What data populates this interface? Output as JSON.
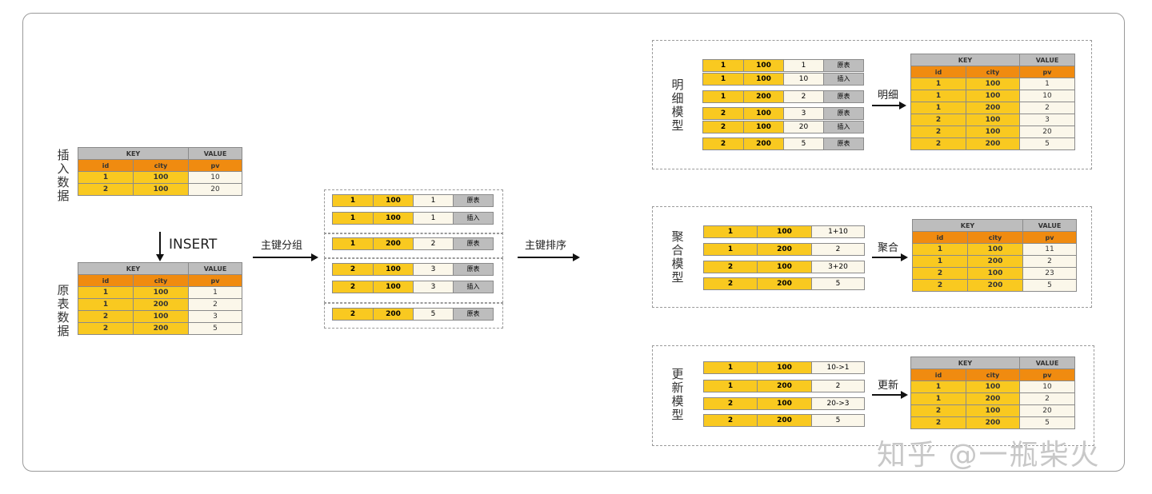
{
  "labels": {
    "insert_data": "插入数据",
    "original_data": "原表数据",
    "insert_arrow": "INSERT",
    "group_by_key": "主键分组",
    "sort_by_key": "主键排序",
    "dup_model": "明细模型",
    "agg_model": "聚合模型",
    "uniq_model": "更新模型",
    "dup_arrow": "明细",
    "agg_arrow": "聚合",
    "uniq_arrow": "更新"
  },
  "header": {
    "key": "KEY",
    "value": "VALUE",
    "id": "id",
    "city": "city",
    "pv": "pv"
  },
  "insert_table": [
    [
      "1",
      "100",
      "10"
    ],
    [
      "2",
      "100",
      "20"
    ]
  ],
  "original_table": [
    [
      "1",
      "100",
      "1"
    ],
    [
      "1",
      "200",
      "2"
    ],
    [
      "2",
      "100",
      "3"
    ],
    [
      "2",
      "200",
      "5"
    ]
  ],
  "groups": [
    [
      [
        "1",
        "100",
        "1",
        "原表"
      ],
      [
        "1",
        "100",
        "1",
        "插入"
      ]
    ],
    [
      [
        "1",
        "200",
        "2",
        "原表"
      ]
    ],
    [
      [
        "2",
        "100",
        "3",
        "原表"
      ],
      [
        "2",
        "100",
        "3",
        "插入"
      ]
    ],
    [
      [
        "2",
        "200",
        "5",
        "原表"
      ]
    ]
  ],
  "dup_left": [
    [
      "1",
      "100",
      "1",
      "原表"
    ],
    [
      "1",
      "100",
      "10",
      "插入"
    ],
    [
      "1",
      "200",
      "2",
      "原表"
    ],
    [
      "2",
      "100",
      "3",
      "原表"
    ],
    [
      "2",
      "100",
      "20",
      "插入"
    ],
    [
      "2",
      "200",
      "5",
      "原表"
    ]
  ],
  "dup_result": [
    [
      "1",
      "100",
      "1"
    ],
    [
      "1",
      "100",
      "10"
    ],
    [
      "1",
      "200",
      "2"
    ],
    [
      "2",
      "100",
      "3"
    ],
    [
      "2",
      "100",
      "20"
    ],
    [
      "2",
      "200",
      "5"
    ]
  ],
  "agg_left": [
    [
      "1",
      "100",
      "1+10"
    ],
    [
      "1",
      "200",
      "2"
    ],
    [
      "2",
      "100",
      "3+20"
    ],
    [
      "2",
      "200",
      "5"
    ]
  ],
  "agg_result": [
    [
      "1",
      "100",
      "11"
    ],
    [
      "1",
      "200",
      "2"
    ],
    [
      "2",
      "100",
      "23"
    ],
    [
      "2",
      "200",
      "5"
    ]
  ],
  "uniq_left": [
    [
      "1",
      "100",
      "10->1"
    ],
    [
      "1",
      "200",
      "2"
    ],
    [
      "2",
      "100",
      "20->3"
    ],
    [
      "2",
      "200",
      "5"
    ]
  ],
  "uniq_result": [
    [
      "1",
      "100",
      "10"
    ],
    [
      "1",
      "200",
      "2"
    ],
    [
      "2",
      "100",
      "20"
    ],
    [
      "2",
      "200",
      "5"
    ]
  ],
  "watermark": "知乎 @一瓶柴火"
}
